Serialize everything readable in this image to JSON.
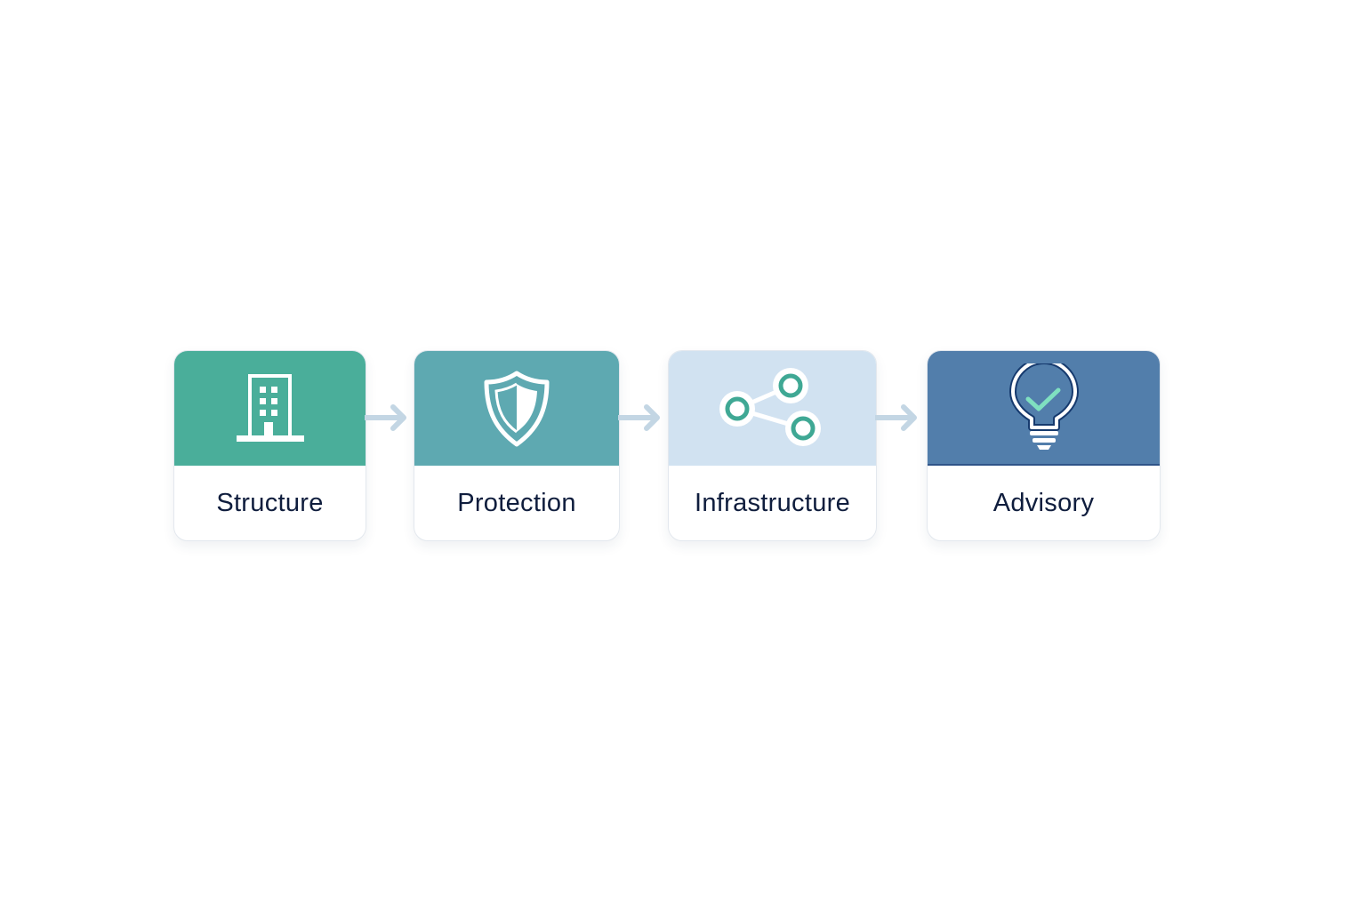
{
  "steps": [
    {
      "label": "Structure",
      "icon": "building-icon",
      "color": "#4aae9a"
    },
    {
      "label": "Protection",
      "icon": "shield-icon",
      "color": "#5ea9b1"
    },
    {
      "label": "Infrastructure",
      "icon": "network-nodes-icon",
      "color": "#d1e2f1"
    },
    {
      "label": "Advisory",
      "icon": "lightbulb-check-icon",
      "color": "#527eab"
    }
  ],
  "colors": {
    "text": "#0f1d3d",
    "arrow": "#c3d6e4",
    "node": "#3fa894",
    "check": "#7fe0c0"
  }
}
